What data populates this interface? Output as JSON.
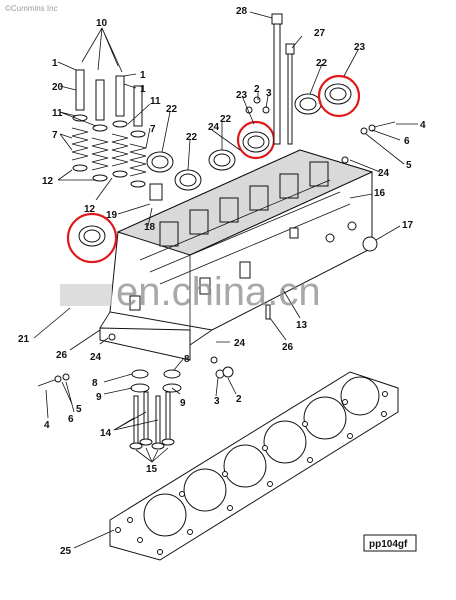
{
  "copyright": "©Cummins Inc",
  "watermark": "en.china.cn",
  "reference": "pp104gf",
  "callout_labels": {
    "n1": "1",
    "n2": "2",
    "n3": "3",
    "n4": "4",
    "n5": "5",
    "n6": "6",
    "n7": "7",
    "n8": "8",
    "n9": "9",
    "n10": "10",
    "n11": "11",
    "n12": "12",
    "n13": "13",
    "n14": "14",
    "n15": "15",
    "n16": "16",
    "n17": "17",
    "n18": "18",
    "n19": "19",
    "n20": "20",
    "n21": "21",
    "n22": "22",
    "n23": "23",
    "n24": "24",
    "n25": "25",
    "n26": "26",
    "n27": "27",
    "n28": "28"
  },
  "colors": {
    "highlight": "#e0181b",
    "line": "#111111",
    "watermark": "#8c8c8c"
  }
}
